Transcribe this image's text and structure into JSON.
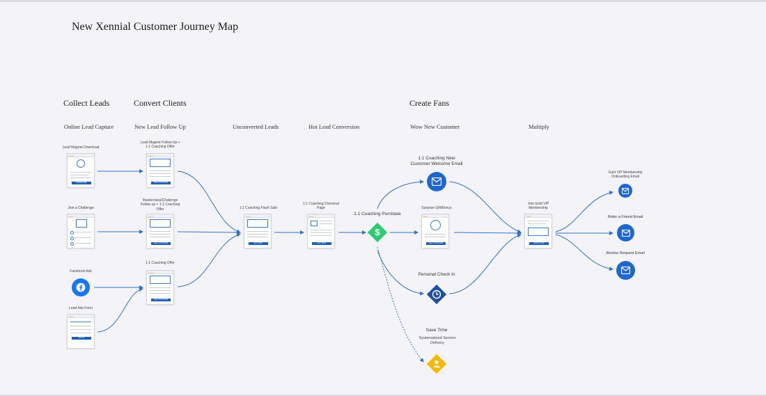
{
  "title": "New Xennial Customer Journey Map",
  "stages": {
    "collect_leads": "Collect Leads",
    "convert_clients": "Convert Clients",
    "create_fans": "Create Fans"
  },
  "columns": {
    "online_lead_capture": "Online Lead Capture",
    "new_lead_follow_up": "New Lead Follow Up",
    "unconverted_leads": "Unconverted Leads",
    "hot_lead_conversion": "Hot Lead Conversion",
    "wow_new_customer": "Wow New Customer",
    "multiply": "Multiply"
  },
  "nodes": {
    "lead_magnet_download": "Lead Magnet Download",
    "join_challenge": "Join a Challenge",
    "facebook_ads": "Facebook Ads",
    "lead_ads_form": "Lead Ads Form",
    "lead_magnet_followup_l1": "Lead Magnet Follow Up +",
    "lead_magnet_followup_l2": "1:1 Coaching Offer",
    "masterclass_followup_l1": "Masterclass/Challenge",
    "masterclass_followup_l2": "Follow up + 1:1 Coaching",
    "masterclass_followup_l3": "Offer",
    "coaching_offer": "1:1 Coaching Offer",
    "flash_sale": "1:1 Coaching Flash Sale",
    "checkout_l1": "1:1 Coaching Checkout",
    "checkout_l2": "Page",
    "purchase": "1:1 Coaching Purchase",
    "welcome_email_l1": "1:1 Coaching New",
    "welcome_email_l2": "Customer Welcome Email",
    "surprise_gift": "Surprise Gift/Bonus",
    "personal_checkin": "Personal Check In",
    "save_time": "Save Time",
    "systematized_l1": "Systematized Service",
    "systematized_l2": "Delivery",
    "join_vip_l1": "Join Gold VIP",
    "join_vip_l2": "Membership",
    "vip_onboarding_l1": "Gold VIP Membership",
    "vip_onboarding_l2": "Onboarding Email",
    "refer_friend": "Refer a Friend Email",
    "review_request": "Review Request Email"
  },
  "buttons": {
    "download": "DOWNLOAD",
    "call": "CALL TO ACTION",
    "join": "JOIN NOW",
    "optin": "OPT IN",
    "buy": "BUY NOW",
    "watch": "WATCH NOW"
  },
  "icons": {
    "facebook": "facebook-icon",
    "mail": "mail-icon",
    "dollar": "dollar-icon",
    "clock": "clock-icon",
    "person": "person-icon"
  },
  "colors": {
    "connector": "#2f73c9",
    "email_circle": "#1e66d0",
    "purchase_diamond": "#2ecc71",
    "checkin_diamond": "#1e4f9c",
    "save_time_diamond": "#f5b800"
  }
}
